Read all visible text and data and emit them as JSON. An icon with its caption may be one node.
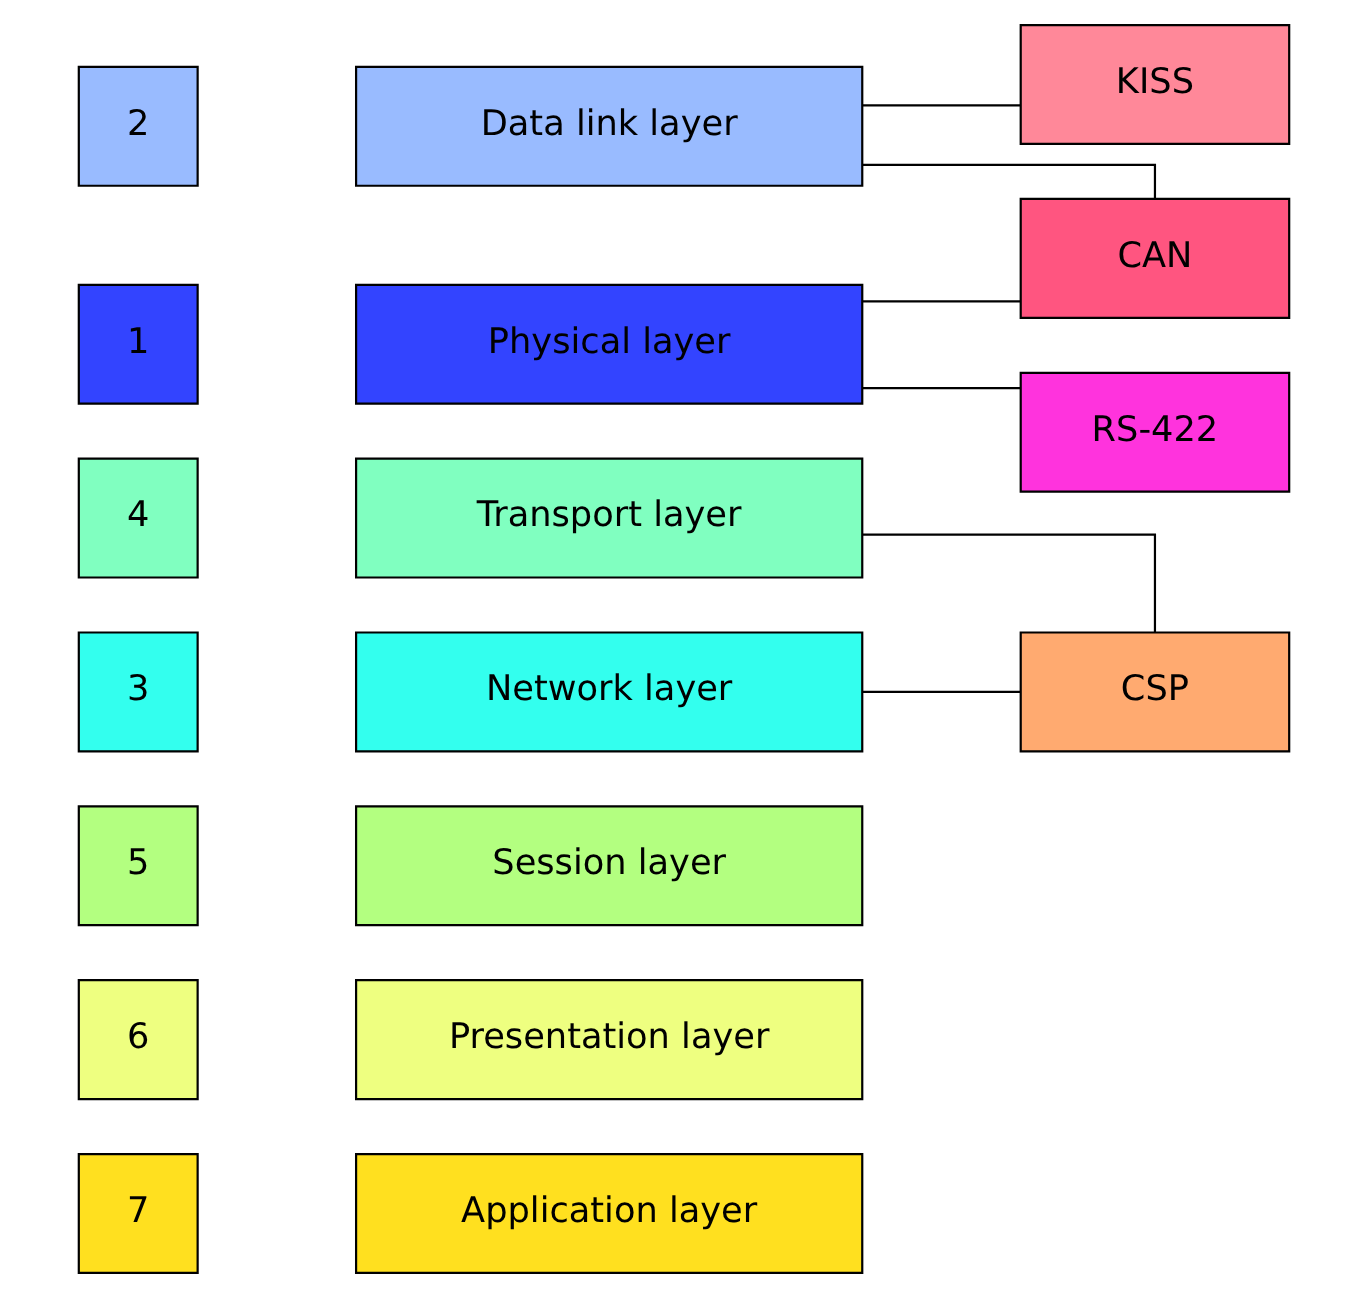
{
  "diagram": {
    "nodes": [
      {
        "text": [
          "7"
        ]
      },
      {
        "text": [
          "Application layer"
        ]
      },
      {
        "text": [
          "6"
        ]
      },
      {
        "text": [
          "Presentation layer"
        ]
      },
      {
        "text": [
          "5"
        ]
      },
      {
        "text": [
          "Session layer"
        ]
      },
      {
        "text": [
          "4"
        ]
      },
      {
        "text": [
          "Transport layer"
        ]
      },
      {
        "text": [
          "3"
        ]
      },
      {
        "text": [
          "Network layer"
        ]
      },
      {
        "text": [
          "2"
        ]
      },
      {
        "text": [
          "Data link layer"
        ]
      },
      {
        "text": [
          "1"
        ]
      },
      {
        "text": [
          "Physical layer"
        ]
      },
      {
        "text": [
          "CSP"
        ]
      },
      {
        "text": [
          "KISS"
        ]
      },
      {
        "text": [
          "CAN"
        ]
      },
      {
        "text": [
          "RS-422"
        ]
      }
    ],
    "edges": [
      {
        "from": 7,
        "to": 14,
        "arrow": "none"
      },
      {
        "from": 9,
        "to": 14,
        "arrow": "none"
      },
      {
        "from": 11,
        "to": 15,
        "arrow": "none"
      },
      {
        "from": 11,
        "to": 16,
        "arrow": "none"
      },
      {
        "from": 13,
        "to": 16,
        "arrow": "none"
      },
      {
        "from": 13,
        "to": 17,
        "arrow": "none"
      }
    ]
  }
}
